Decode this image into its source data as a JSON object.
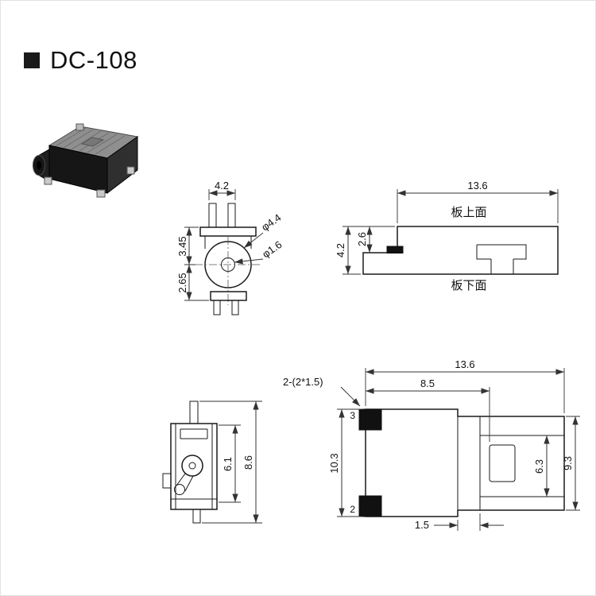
{
  "title": {
    "text": "DC-108"
  },
  "front_view": {
    "width": "4.2",
    "upper_height": "3.45",
    "lower_height": "2.65",
    "outer_diameter": "φ4.4",
    "inner_diameter": "φ1.6"
  },
  "side_view": {
    "width": "13.6",
    "height": "4.2",
    "step_height": "2.6",
    "board_top": "板上面",
    "board_bottom": "板下面"
  },
  "pin_view": {
    "inner_height": "6.1",
    "overall_height": "8.6"
  },
  "bottom_view": {
    "width": "13.6",
    "slot_offset": "8.5",
    "overall_height": "10.3",
    "inner_height": "6.3",
    "right_height": "9.3",
    "step_width": "1.5",
    "pads_note": "2-(2*1.5)",
    "pad_top": "3",
    "pad_bottom": "2"
  }
}
